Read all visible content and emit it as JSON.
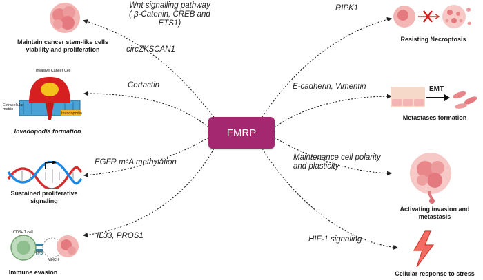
{
  "center": {
    "label": "FMRP"
  },
  "left": [
    {
      "label": "Wnt signalling pathway\n( β-Catenin, CREB and\nETS1)",
      "caption": "Maintain cancer stem-like cells\nviability and proliferation"
    },
    {
      "label": "circZKSCAN1"
    },
    {
      "label": "Cortactin",
      "caption": "Invadopodia formation",
      "icon_labels": {
        "top": "Invasive Cancer Cell",
        "matrix": "Extracellular\nmatrix",
        "tag": "Invadopodia"
      }
    },
    {
      "label": "EGFR m⁶A methylation",
      "caption": "Sustained proliferative\nsignaling"
    },
    {
      "label": "IL33, PROS1",
      "caption": "Immune evasion",
      "icon_labels": {
        "cell": "CD8+ T cell",
        "tcr": "TCR",
        "mhc": "↓ MHC-I"
      }
    }
  ],
  "right": [
    {
      "label": "RIPK1",
      "caption": "Resisting Necroptosis"
    },
    {
      "label": "E-cadherin, Vimentin",
      "caption": "Metastases formation",
      "icon_labels": {
        "emt": "EMT"
      }
    },
    {
      "label": "Maintenance cell polarity\nand plasticity",
      "caption": "Activating invasion and\nmetastasis"
    },
    {
      "label": "HIF-1 signaling",
      "caption": "Cellular response to stress"
    }
  ],
  "colors": {
    "center": "#a4286f",
    "cell": "#e8868a",
    "dna_red": "#d32f2f",
    "dna_blue": "#1e88e5",
    "immune": "#8fbf8f"
  }
}
